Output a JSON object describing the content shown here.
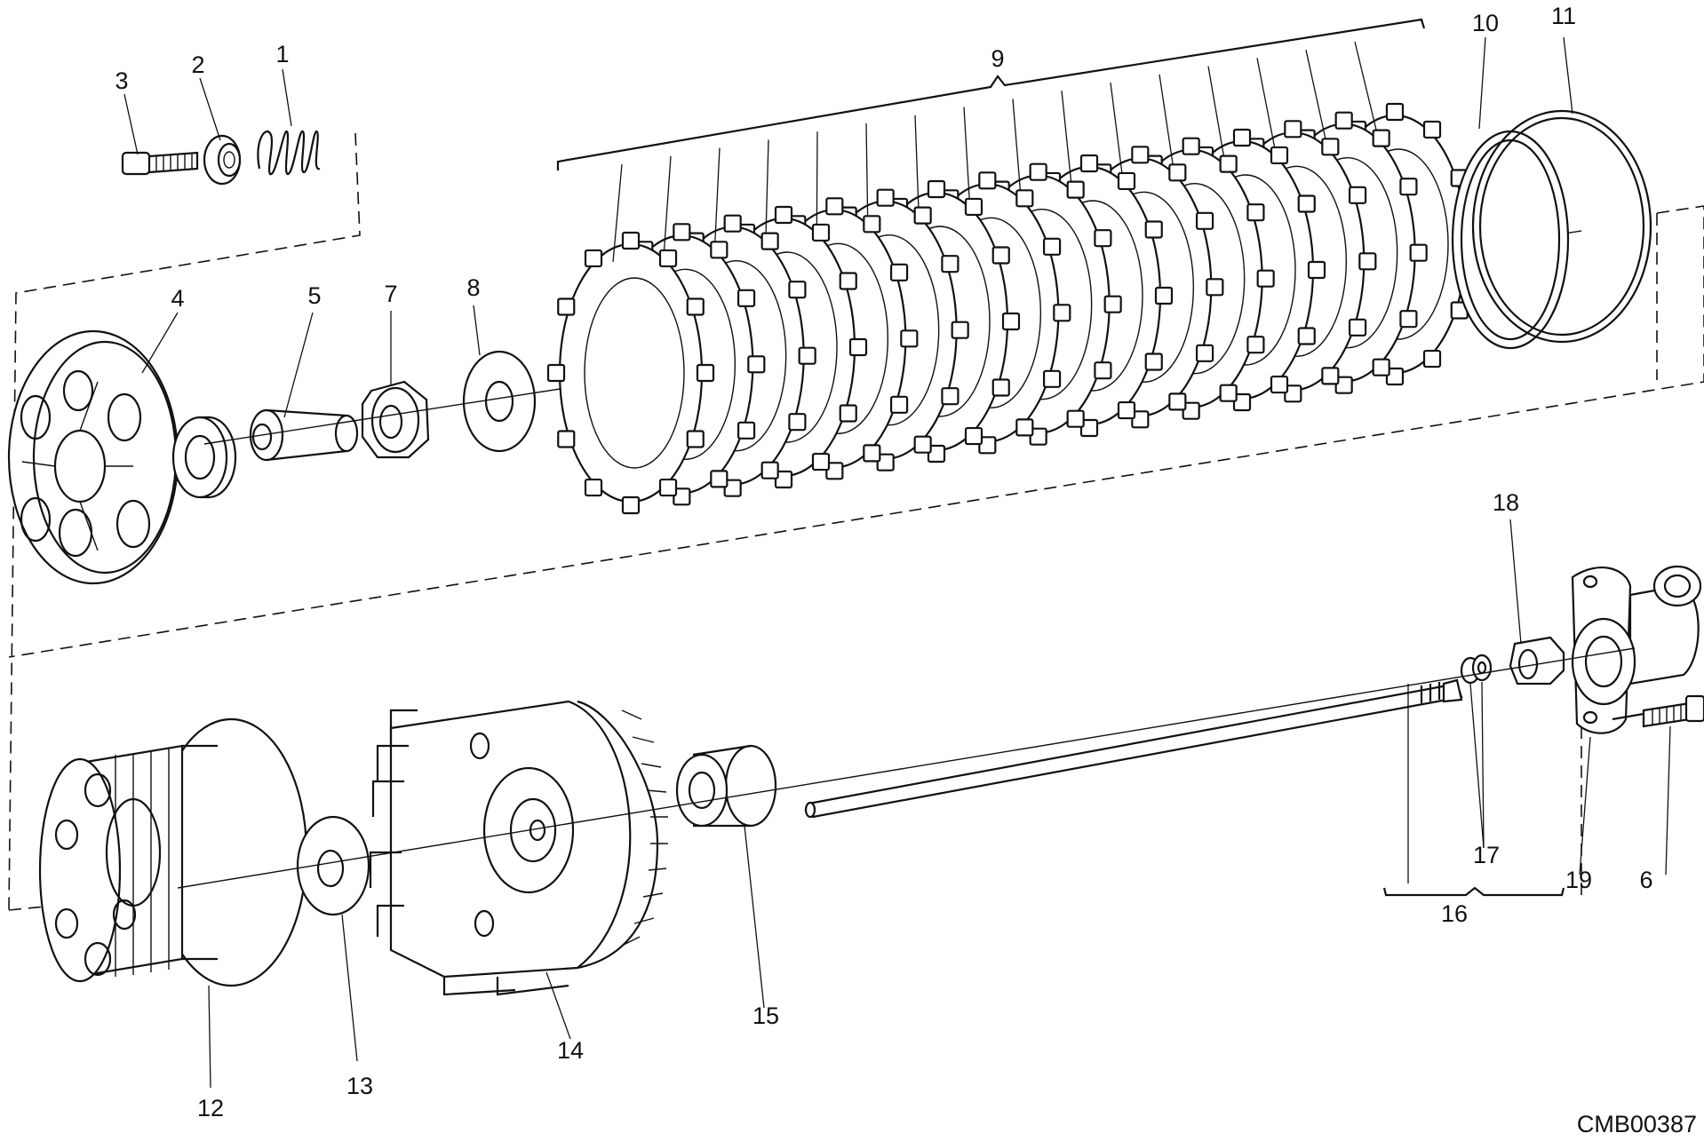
{
  "drawing_code": "CMB00387",
  "callouts": [
    {
      "id": "c1",
      "text": "1"
    },
    {
      "id": "c2",
      "text": "2"
    },
    {
      "id": "c3",
      "text": "3"
    },
    {
      "id": "c4",
      "text": "4"
    },
    {
      "id": "c5",
      "text": "5"
    },
    {
      "id": "c6",
      "text": "6"
    },
    {
      "id": "c7",
      "text": "7"
    },
    {
      "id": "c8",
      "text": "8"
    },
    {
      "id": "c9",
      "text": "9"
    },
    {
      "id": "c10",
      "text": "10"
    },
    {
      "id": "c11",
      "text": "11"
    },
    {
      "id": "c12",
      "text": "12"
    },
    {
      "id": "c13",
      "text": "13"
    },
    {
      "id": "c14",
      "text": "14"
    },
    {
      "id": "c15",
      "text": "15"
    },
    {
      "id": "c16",
      "text": "16"
    },
    {
      "id": "c17",
      "text": "17"
    },
    {
      "id": "c18",
      "text": "18"
    },
    {
      "id": "c19",
      "text": "19"
    }
  ]
}
